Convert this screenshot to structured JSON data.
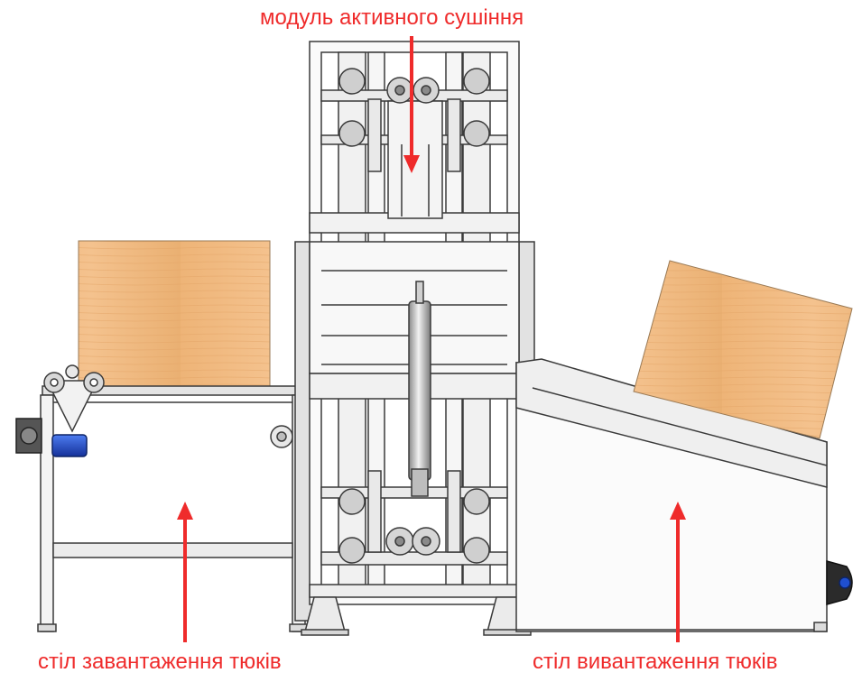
{
  "labels": {
    "drying_module": "модуль активного сушіння",
    "loading_table": "стіл завантаження тюків",
    "unloading_table": "стіл вивантаження тюків"
  },
  "colors": {
    "annotation": "#ef2b2b",
    "bale": "#f0bd86",
    "frame_line": "#3a3a3a",
    "motor": "#1f4fd0"
  }
}
